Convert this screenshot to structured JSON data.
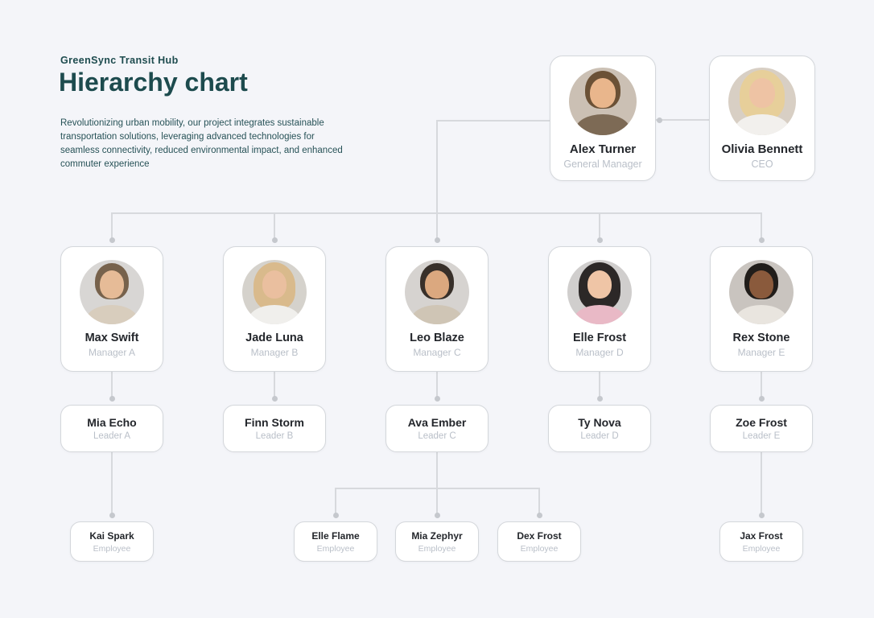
{
  "header": {
    "brand": "GreenSync Transit Hub",
    "title": "Hierarchy chart",
    "description": "Revolutionizing urban mobility, our project integrates sustainable transportation solutions, leveraging advanced technologies for seamless connectivity, reduced environmental impact, and enhanced commuter experience"
  },
  "theme": {
    "background": "#f4f5f9",
    "card_bg": "#ffffff",
    "card_border": "#d4d7db",
    "connector_line": "#d7d9dd",
    "connector_dot": "#c5c8cd",
    "heading_color": "#1d4b4e",
    "description_color": "#275257",
    "name_color": "#23262b",
    "role_color": "#b9bfc8"
  },
  "org": {
    "executives": [
      {
        "name": "Alex Turner",
        "role": "General Manager",
        "avatar": {
          "bg": "#cbc0b4",
          "hair": "#6b5136",
          "skin": "#e9b68c",
          "shirt": "#7d6a55",
          "long": false
        }
      },
      {
        "name": "Olivia Bennett",
        "role": "CEO",
        "avatar": {
          "bg": "#d8cfc4",
          "hair": "#e7cf9a",
          "skin": "#eec3a4",
          "shirt": "#f2f0ed",
          "long": true
        }
      }
    ],
    "managers": [
      {
        "name": "Max Swift",
        "role": "Manager A",
        "avatar": {
          "bg": "#d8d6d4",
          "hair": "#77624c",
          "skin": "#e6bb97",
          "shirt": "#d8cdbd",
          "long": false
        }
      },
      {
        "name": "Jade Luna",
        "role": "Manager B",
        "avatar": {
          "bg": "#d5d2cc",
          "hair": "#d9ba8c",
          "skin": "#eabf9f",
          "shirt": "#f0efec",
          "long": true
        }
      },
      {
        "name": "Leo Blaze",
        "role": "Manager C",
        "avatar": {
          "bg": "#d6d3d0",
          "hair": "#38302a",
          "skin": "#dba87f",
          "shirt": "#cfc5b5",
          "long": false
        }
      },
      {
        "name": "Elle Frost",
        "role": "Manager D",
        "avatar": {
          "bg": "#d0cecd",
          "hair": "#2c2827",
          "skin": "#efc5a6",
          "shirt": "#e9b9c6",
          "long": true
        }
      },
      {
        "name": "Rex Stone",
        "role": "Manager E",
        "avatar": {
          "bg": "#c9c4bf",
          "hair": "#211d1a",
          "skin": "#8a5a3c",
          "shirt": "#e9e5df",
          "long": false
        }
      }
    ],
    "leaders": [
      {
        "name": "Mia Echo",
        "role": "Leader A"
      },
      {
        "name": "Finn Storm",
        "role": "Leader B"
      },
      {
        "name": "Ava Ember",
        "role": "Leader C"
      },
      {
        "name": "Ty Nova",
        "role": "Leader D"
      },
      {
        "name": "Zoe Frost",
        "role": "Leader E"
      }
    ],
    "employees": [
      {
        "name": "Kai Spark",
        "role": "Employee"
      },
      {
        "name": "Elle Flame",
        "role": "Employee"
      },
      {
        "name": "Mia Zephyr",
        "role": "Employee"
      },
      {
        "name": "Dex Frost",
        "role": "Employee"
      },
      {
        "name": "Jax Frost",
        "role": "Employee"
      }
    ],
    "edges": [
      {
        "from": "Olivia Bennett",
        "to": "Alex Turner"
      },
      {
        "from": "Alex Turner",
        "to": "Max Swift"
      },
      {
        "from": "Alex Turner",
        "to": "Jade Luna"
      },
      {
        "from": "Alex Turner",
        "to": "Leo Blaze"
      },
      {
        "from": "Alex Turner",
        "to": "Elle Frost"
      },
      {
        "from": "Alex Turner",
        "to": "Rex Stone"
      },
      {
        "from": "Max Swift",
        "to": "Mia Echo"
      },
      {
        "from": "Jade Luna",
        "to": "Finn Storm"
      },
      {
        "from": "Leo Blaze",
        "to": "Ava Ember"
      },
      {
        "from": "Elle Frost",
        "to": "Ty Nova"
      },
      {
        "from": "Rex Stone",
        "to": "Zoe Frost"
      },
      {
        "from": "Mia Echo",
        "to": "Kai Spark"
      },
      {
        "from": "Ava Ember",
        "to": "Elle Flame"
      },
      {
        "from": "Ava Ember",
        "to": "Mia Zephyr"
      },
      {
        "from": "Ava Ember",
        "to": "Dex Frost"
      },
      {
        "from": "Zoe Frost",
        "to": "Jax Frost"
      }
    ]
  }
}
